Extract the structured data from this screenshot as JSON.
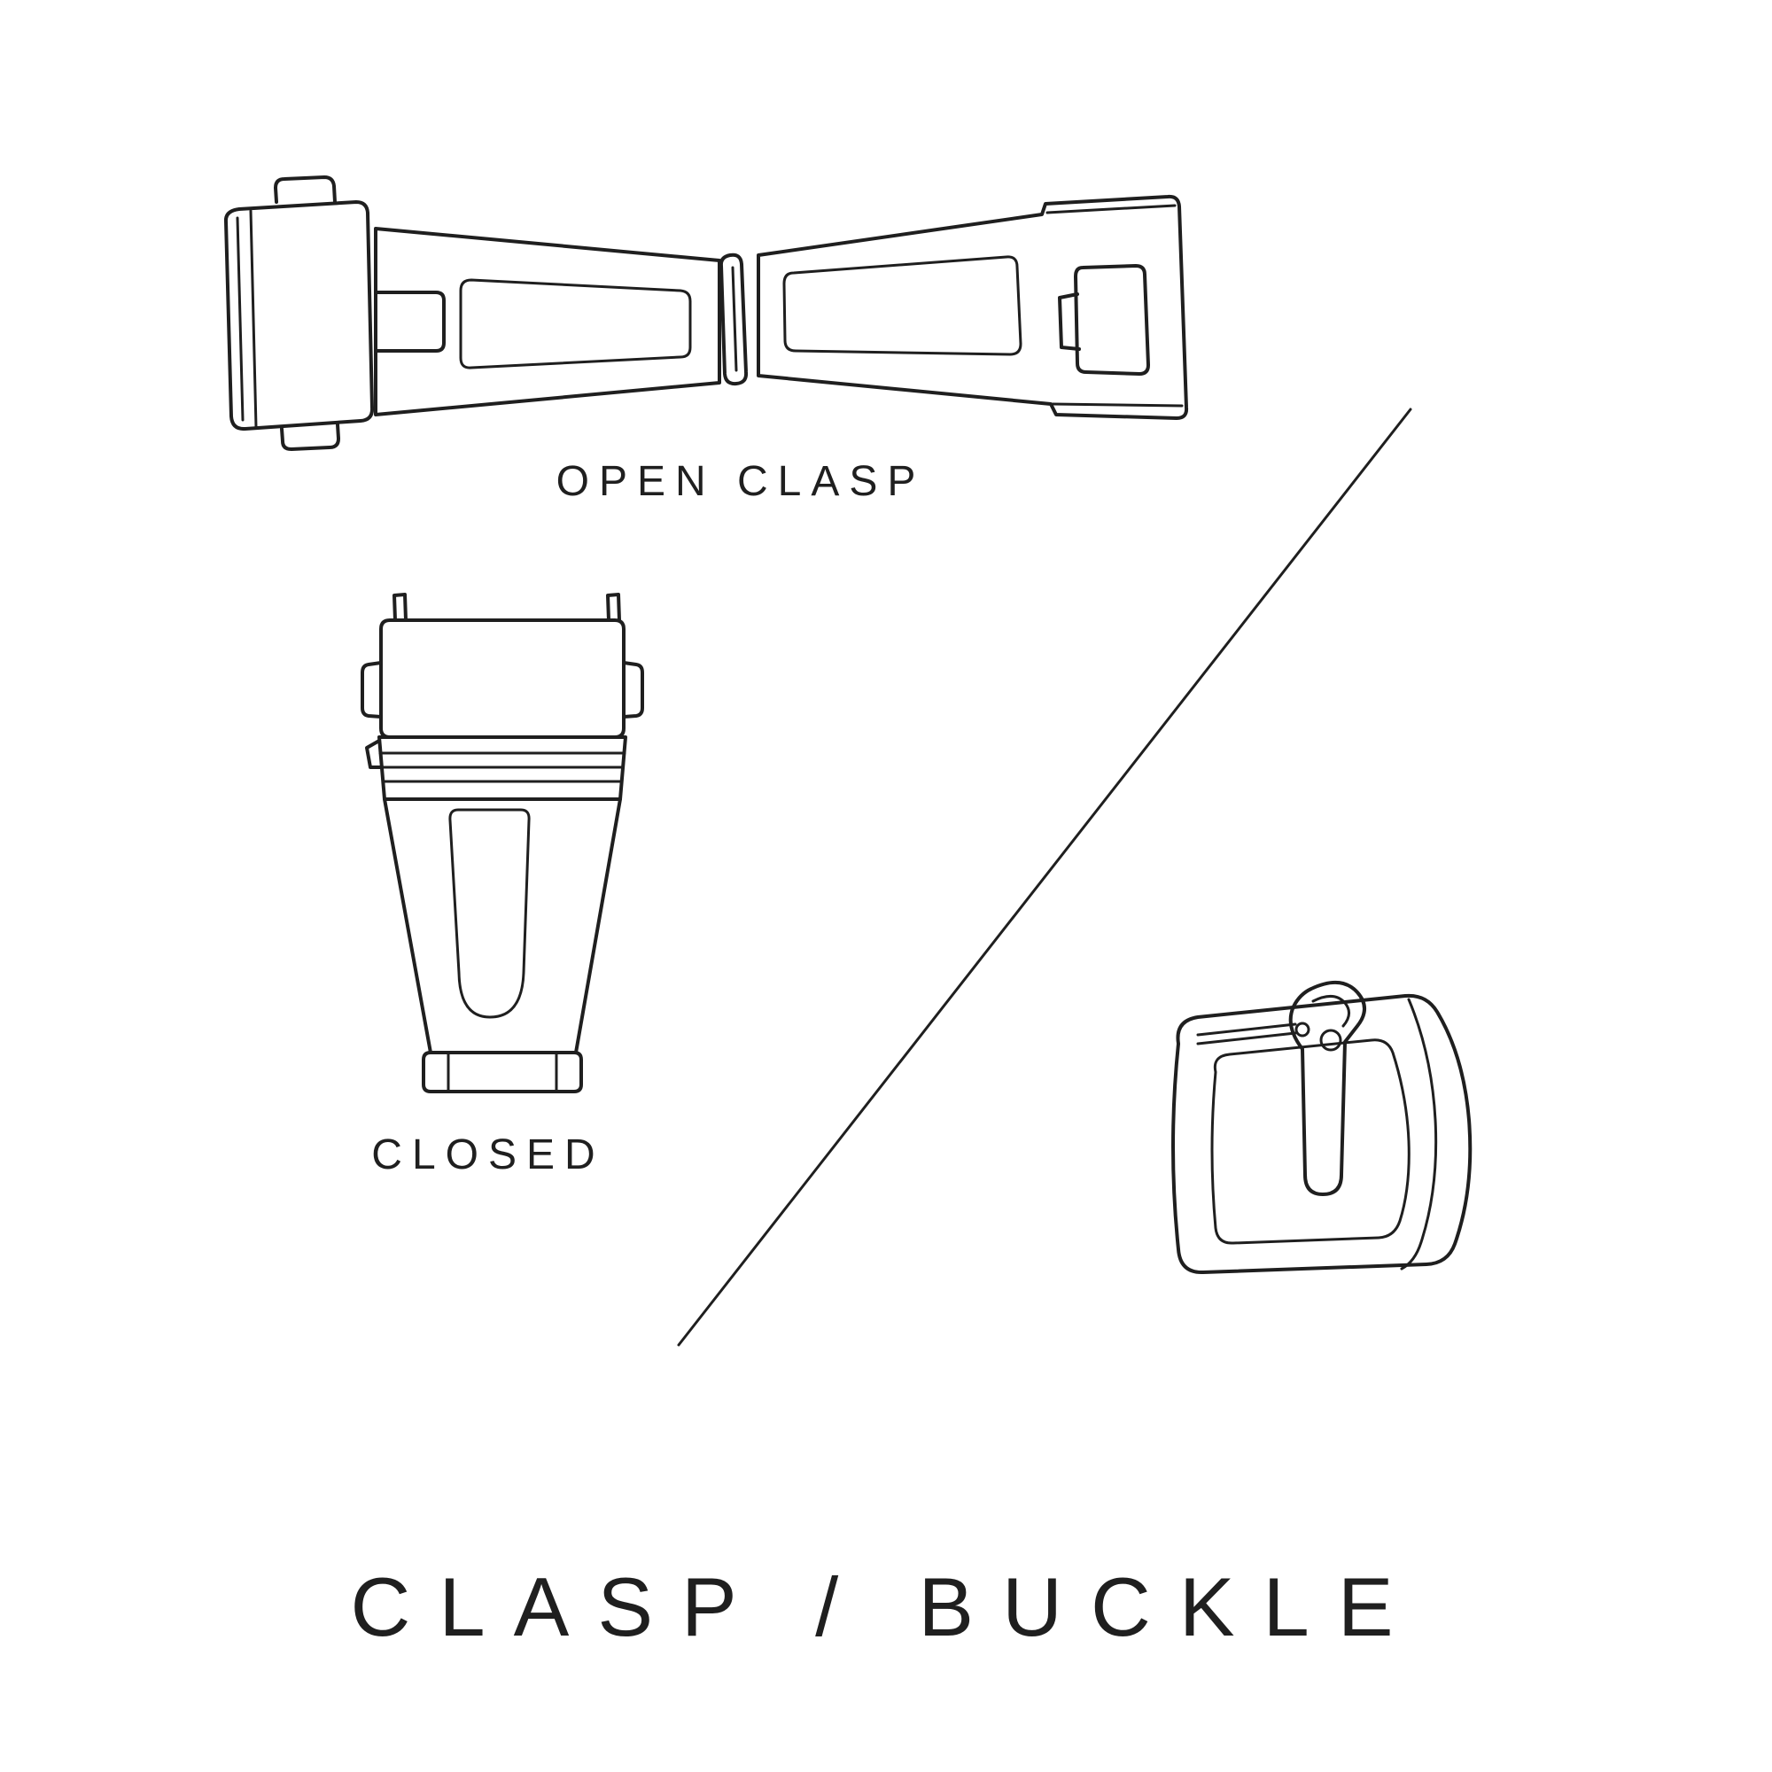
{
  "colors": {
    "background": "#ffffff",
    "line": "#1f1f1f"
  },
  "labels": {
    "open_clasp": "OPEN CLASP",
    "closed": "CLOSED"
  },
  "title": "CLASP / BUCKLE",
  "illustrations": [
    {
      "name": "open-clasp",
      "caption": "OPEN CLASP"
    },
    {
      "name": "closed-clasp",
      "caption": "CLOSED"
    },
    {
      "name": "pin-buckle",
      "caption": ""
    }
  ]
}
